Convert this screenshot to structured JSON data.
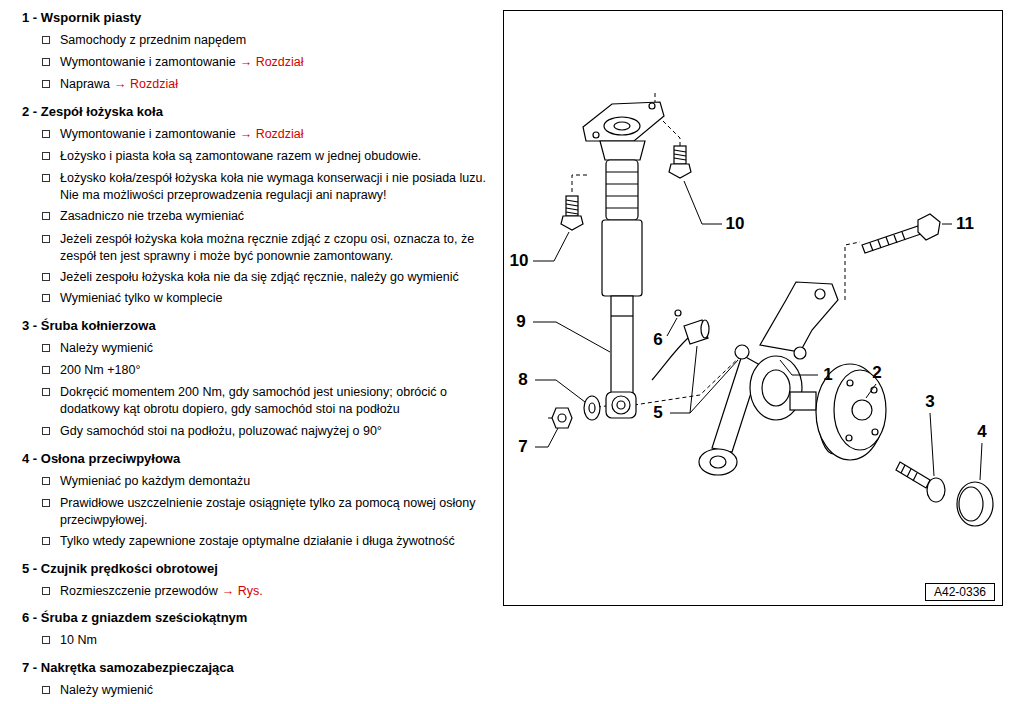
{
  "diagram": {
    "nodes": [
      {
        "text": [
          "A42-0336"
        ]
      }
    ],
    "labels": [
      "1 - Wspornik piasty",
      "Samochody z przednim napędem",
      "Wymontowanie i zamontowanie",
      "→ Rozdział",
      "Naprawa",
      "→ Rozdział",
      "2 - Zespół łożyska koła",
      "Wymontowanie i zamontowanie",
      "→ Rozdział",
      "Łożysko i piasta koła są zamontowane razem w jednej obudowie.",
      "Łożysko koła/zespół łożyska koła nie wymaga konserwacji i nie posiada luzu. Nie ma możliwości przeprowadzenia regulacji ani naprawy!",
      "Zasadniczo nie trzeba wymieniać",
      "Jeżeli zespół łożyska koła można ręcznie zdjąć z czopu osi, oznacza to, że zespół ten jest sprawny i może być ponownie zamontowany.",
      "Jeżeli zespołu łożyska koła nie da się zdjąć ręcznie, należy go wymienić",
      "Wymieniać tylko w komplecie",
      "3 - Śruba kołnierzowa",
      "Należy wymienić",
      "200 Nm +180°",
      "Dokręcić momentem 200 Nm, gdy samochód jest uniesiony; obrócić o dodatkowy kąt obrotu dopiero, gdy samochód stoi na podłożu",
      "Gdy samochód stoi na podłożu, poluzować najwyżej o 90°",
      "4 - Osłona przeciwpyłowa",
      "Wymieniać po każdym demontażu",
      "Prawidłowe uszczelnienie zostaje osiągnięte tylko za pomocą nowej osłony przeciwpyłowej.",
      "Tylko wtedy zapewnione zostaje optymalne działanie i długa żywotność",
      "5 - Czujnik prędkości obrotowej",
      "Rozmieszczenie przewodów",
      "→ Rys.",
      "6 - Śruba z gniazdem sześciokątnym",
      "10 Nm",
      "7 - Nakrętka samozabezpieczająca",
      "Należy wymienić",
      "10",
      "10",
      "11",
      "9",
      "6",
      "1",
      "2",
      "3",
      "8",
      "5",
      "7",
      "4"
    ]
  }
}
